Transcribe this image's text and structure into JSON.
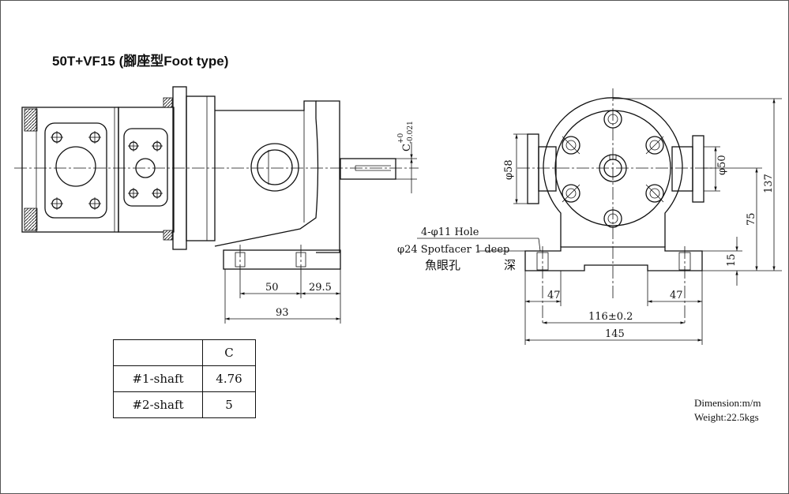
{
  "title": "50T+VF15 (腳座型Foot type)",
  "dims_left": {
    "shaft_c": "C",
    "shaft_c_tol_upper": "+0",
    "shaft_c_tol_lower": "-0.021",
    "d50": "50",
    "d29_5": "29.5",
    "d93": "93"
  },
  "dims_right": {
    "phi58": "φ58",
    "phi50": "φ50",
    "d137": "137",
    "d75": "75",
    "d15": "15",
    "d47_left": "47",
    "d47_right": "47",
    "d116": "116±0.2",
    "d145": "145",
    "hole_note_1": "4-φ11 Hole",
    "hole_note_2": "φ24 Spotfacer 1 deep",
    "hole_note_cn_1": "魚眼孔",
    "hole_note_cn_2": "深"
  },
  "table": {
    "header": [
      "",
      "C"
    ],
    "rows": [
      [
        "#1-shaft",
        "4.76"
      ],
      [
        "#2-shaft",
        "5"
      ]
    ]
  },
  "info": {
    "dimension": "Dimension:m/m",
    "weight": "Weight:22.5kgs"
  }
}
